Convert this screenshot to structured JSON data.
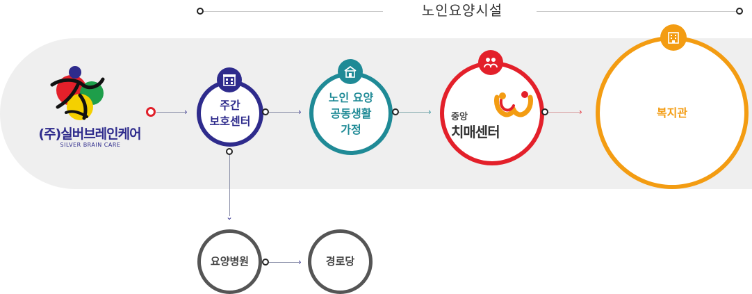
{
  "header": {
    "title": "노인요양시설"
  },
  "company": {
    "name": "(주)실버브레인케어",
    "name_en": "SILVER BRAIN CARE"
  },
  "nodes": {
    "day_care": {
      "label": "주간\n보호센터",
      "color": "#2e2b8c"
    },
    "group_home": {
      "label": "노인 요양\n공동생활\n가정",
      "color": "#1f8a96"
    },
    "dementia_center": {
      "prefix": "중앙",
      "label": "치매센터",
      "color": "#e3202a"
    },
    "welfare_center": {
      "label": "복지관",
      "color": "#f39c12"
    },
    "nursing_hospital": {
      "label": "요양병원",
      "color": "#555555"
    },
    "senior_hall": {
      "label": "경로당",
      "color": "#555555"
    }
  },
  "icons": {
    "day_care": "building-icon",
    "group_home": "house-icon",
    "dementia_center": "people-icon",
    "welfare_center": "office-building-icon"
  }
}
